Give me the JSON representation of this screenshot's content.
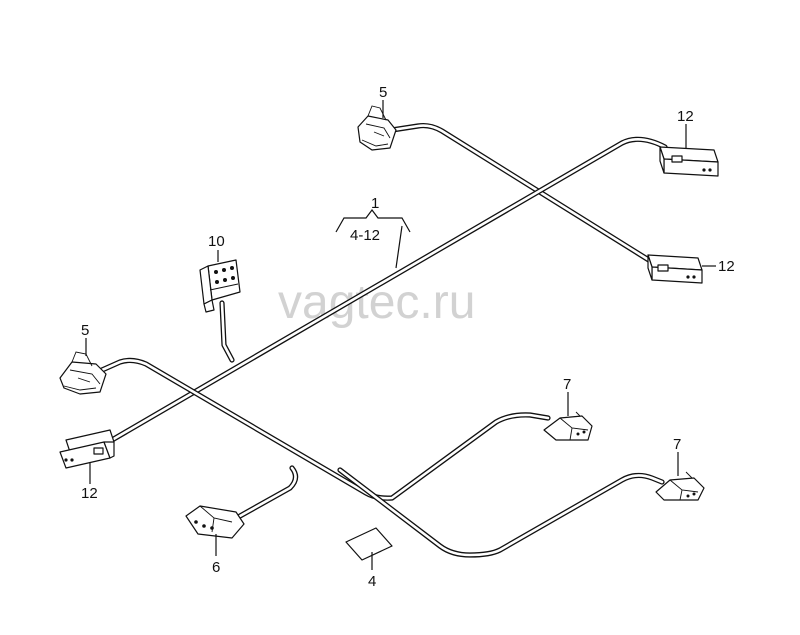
{
  "watermark": "vagtec.ru",
  "callouts": {
    "main": "1",
    "range": "4-12",
    "item_4": "4",
    "item_5_top": "5",
    "item_5_left": "5",
    "item_6": "6",
    "item_7_upper": "7",
    "item_7_lower": "7",
    "item_10": "10",
    "item_12_top": "12",
    "item_12_mid": "12",
    "item_12_left": "12"
  }
}
